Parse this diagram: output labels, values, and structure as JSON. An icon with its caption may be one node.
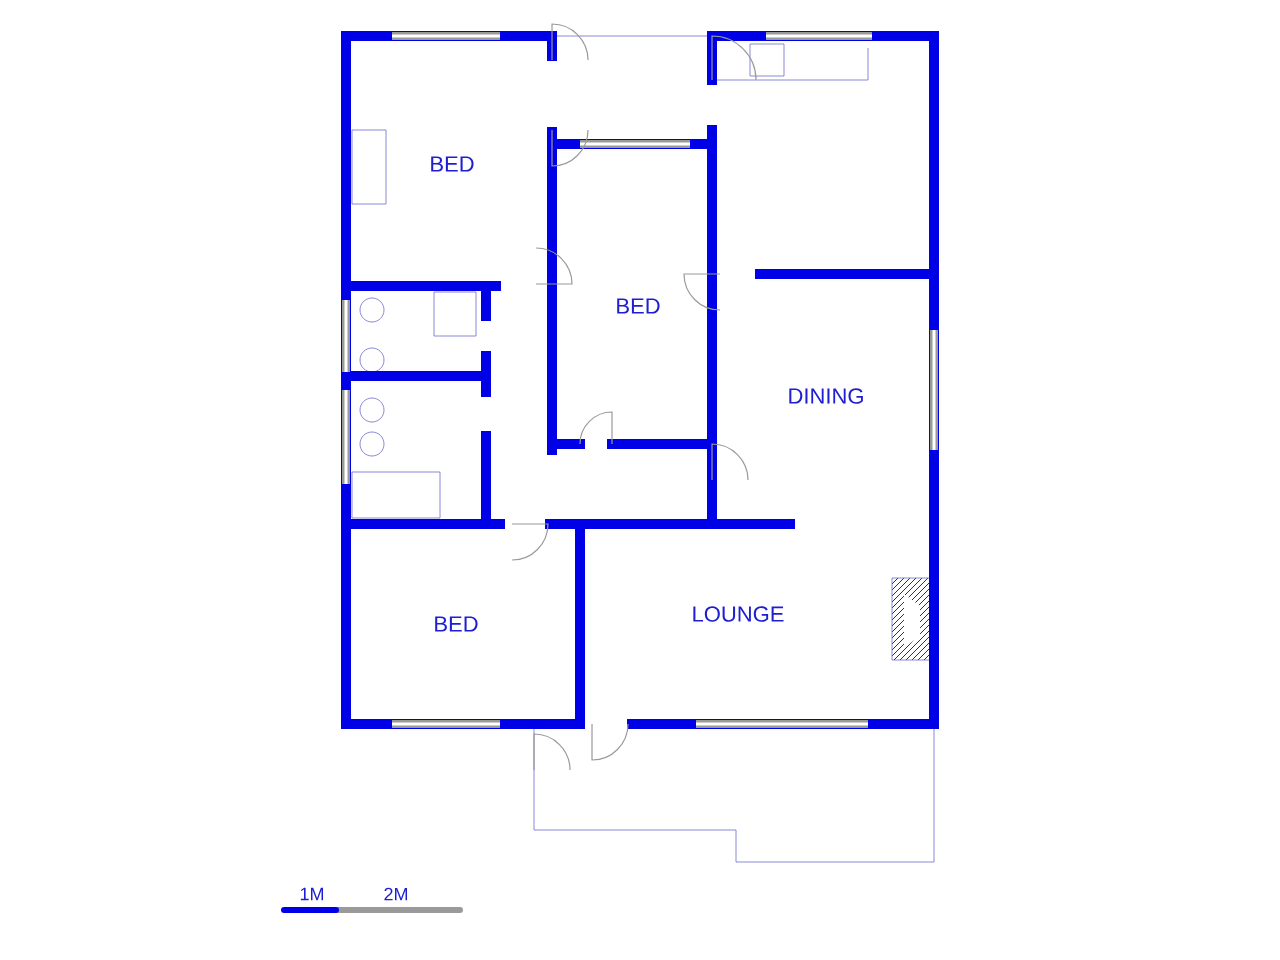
{
  "diagram": {
    "labels": [
      "BED",
      "BED",
      "DINING",
      "BED",
      "LOUNGE",
      "1M",
      "2M"
    ]
  }
}
